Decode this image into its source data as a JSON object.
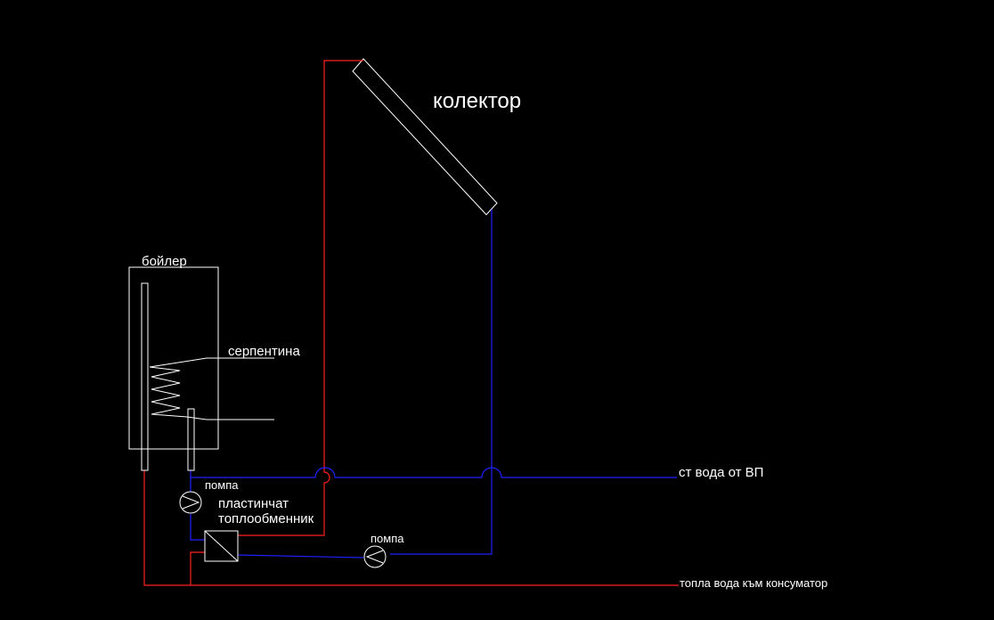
{
  "labels": {
    "collector": "колектор",
    "boiler": "бойлер",
    "coil": "серпентина",
    "pump_top": "помпа",
    "heat_exchanger_line1": "пластинчат",
    "heat_exchanger_line2": "топлообменник",
    "pump_bottom": "помпа",
    "cold_water": "ст вода от ВП",
    "hot_water": "топла вода към консуматор"
  },
  "colors": {
    "background": "#000000",
    "hot_pipe": "#ff2020",
    "cold_pipe": "#2020ff",
    "outline": "#ffffff"
  }
}
